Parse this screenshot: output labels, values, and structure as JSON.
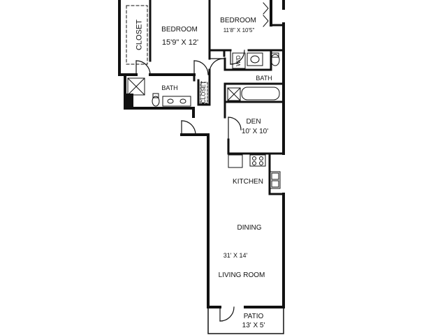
{
  "rooms": {
    "bedroom_1": {
      "label": "BEDROOM",
      "size": "15'9\" X 12'"
    },
    "bedroom_2": {
      "label": "BEDROOM",
      "size": "11'8\" X 10'5\""
    },
    "closet_1": {
      "label": "CLOSET"
    },
    "closet_2": {
      "label": "CLOSET"
    },
    "bath_1": {
      "label": "BATH"
    },
    "bath_2": {
      "label": "BATH"
    },
    "den": {
      "label": "DEN",
      "size": "10' X 10'"
    },
    "kitchen": {
      "label": "KITCHEN"
    },
    "dining": {
      "label": "DINING"
    },
    "living": {
      "label": "LIVING ROOM",
      "size": "31' X 14'"
    },
    "patio": {
      "label": "PATIO",
      "size": "13' X 5'"
    },
    "wd": {
      "label": "W/D"
    }
  }
}
